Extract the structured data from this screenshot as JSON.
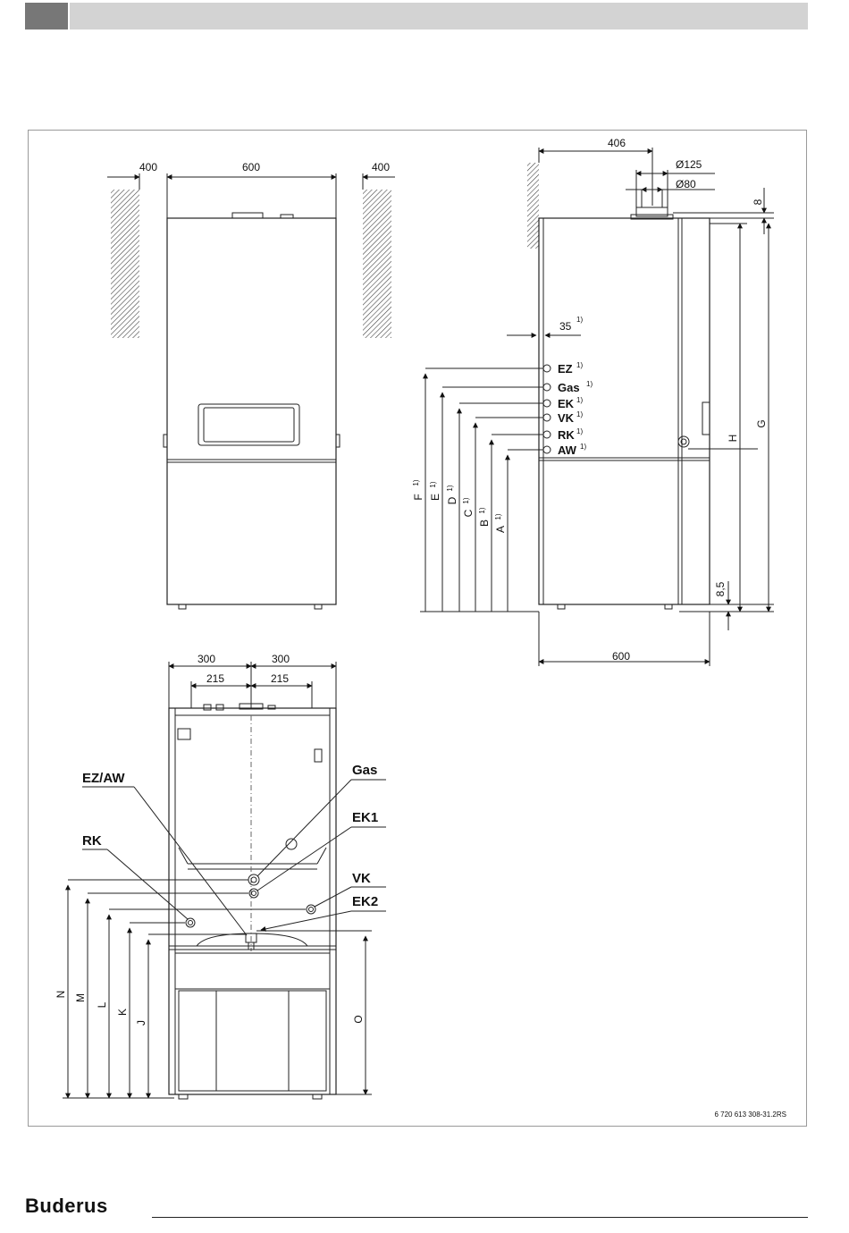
{
  "header": {
    "dark_block_color": "#777777",
    "bar_color": "#d3d3d3"
  },
  "front_view": {
    "dims": {
      "left_clearance": "400",
      "width": "600",
      "right_clearance": "400"
    }
  },
  "side_view": {
    "dims": {
      "depth_top": "406",
      "flue_outer": "Ø125",
      "flue_inner": "Ø80",
      "top_offset": "8",
      "offset_35": "35",
      "depth_bottom": "600",
      "foot_height": "8,5"
    },
    "connections": [
      "EZ",
      "Gas",
      "EK",
      "VK",
      "RK",
      "AW"
    ],
    "height_labels_left": [
      "F",
      "E",
      "D",
      "C",
      "B",
      "A"
    ],
    "height_labels_right": [
      "H",
      "G"
    ],
    "footnote_mark": "1)"
  },
  "bottom_view": {
    "dims": {
      "half_left": "300",
      "half_right": "300",
      "inner_left": "215",
      "inner_right": "215"
    },
    "callouts_left": [
      "EZ/AW",
      "RK"
    ],
    "callouts_right": [
      "Gas",
      "EK1",
      "VK",
      "EK2"
    ],
    "height_labels": [
      "N",
      "M",
      "L",
      "K",
      "J"
    ],
    "height_label_right": "O"
  },
  "reference": "6 720 613 308-31.2RS",
  "footer": {
    "brand": "Buderus"
  }
}
